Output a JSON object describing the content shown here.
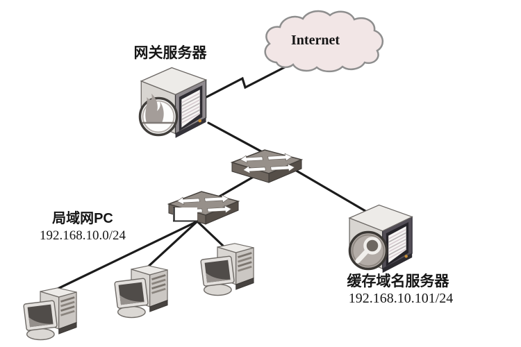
{
  "diagram": {
    "type": "network-topology",
    "nodes": {
      "internet": {
        "label": "Internet",
        "icon": "cloud-shape"
      },
      "gateway": {
        "label": "网关服务器",
        "icon": "server-tower-with-firewall-flame-icon"
      },
      "switch_upper": {
        "icon": "ethernet-switch-icon"
      },
      "switch_lower": {
        "icon": "ethernet-switch-icon"
      },
      "lan": {
        "label": "局域网PC",
        "subnet": "192.168.10.0/24",
        "pc_count": 3,
        "icon": "desktop-pc-icon"
      },
      "dns": {
        "label": "缓存域名服务器",
        "ip": "192.168.10.101/24",
        "icon": "server-tower-with-magnifier-icon"
      }
    },
    "edges": [
      {
        "from": "gateway",
        "to": "internet",
        "style": "zigzag"
      },
      {
        "from": "gateway",
        "to": "switch_upper"
      },
      {
        "from": "switch_upper",
        "to": "switch_lower"
      },
      {
        "from": "switch_upper",
        "to": "dns"
      },
      {
        "from": "switch_lower",
        "to": "pc-1"
      },
      {
        "from": "switch_lower",
        "to": "pc-2"
      },
      {
        "from": "switch_lower",
        "to": "pc-3"
      }
    ],
    "colors": {
      "background": "#ffffff",
      "cloud_fill": "#f2e6e6",
      "cloud_stroke": "#8e8e8e",
      "connection_line": "#1c1c1c",
      "text": "#161616"
    }
  }
}
